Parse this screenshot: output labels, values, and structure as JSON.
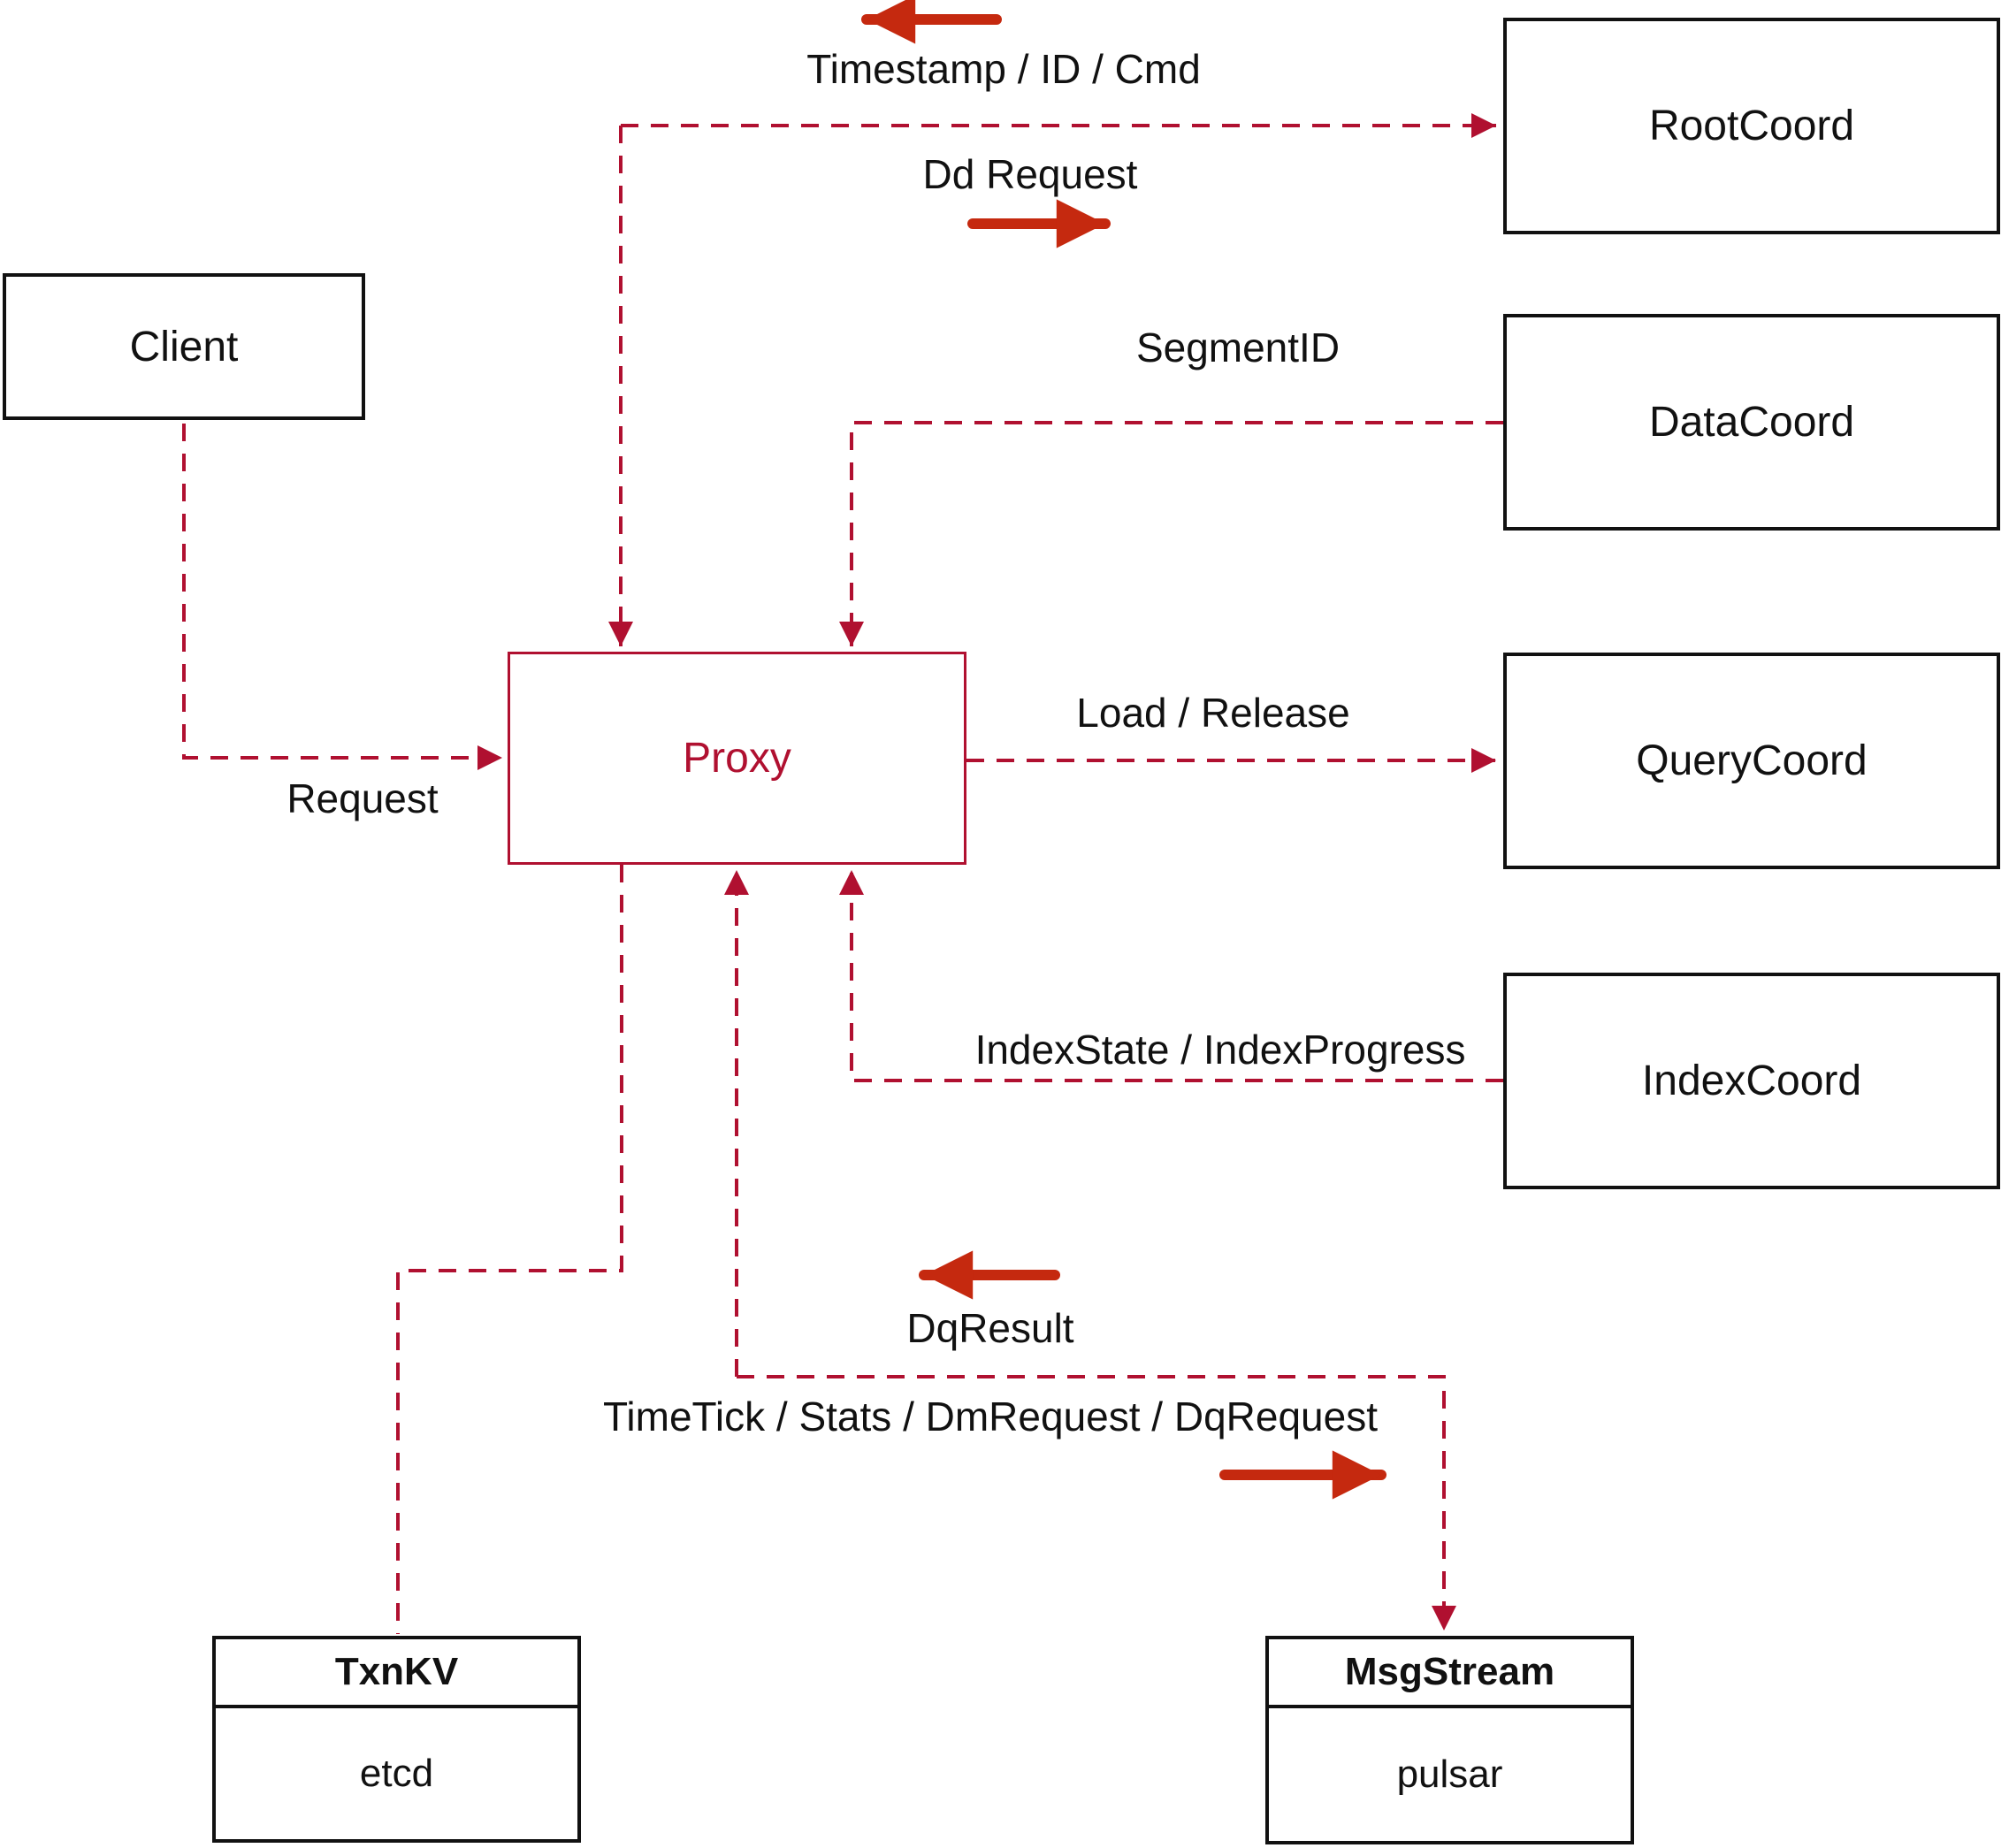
{
  "nodes": {
    "client": {
      "label": "Client"
    },
    "proxy": {
      "label": "Proxy"
    },
    "rootcoord": {
      "label": "RootCoord"
    },
    "datacoord": {
      "label": "DataCoord"
    },
    "querycoord": {
      "label": "QueryCoord"
    },
    "indexcoord": {
      "label": "IndexCoord"
    },
    "txnkv": {
      "title": "TxnKV",
      "impl": "etcd"
    },
    "msgstream": {
      "title": "MsgStream",
      "impl": "pulsar"
    }
  },
  "edge_labels": {
    "timestamp": "Timestamp / ID / Cmd",
    "dd_request": "Dd Request",
    "segment_id": "SegmentID",
    "request": "Request",
    "load_release": "Load / Release",
    "index_state": "IndexState / IndexProgress",
    "dq_result": "DqResult",
    "time_tick": "TimeTick / Stats / DmRequest / DqRequest"
  },
  "colors": {
    "connector_dashed": "#b01030",
    "bold_flow_arrow": "#c5290f",
    "box_border": "#111111",
    "text": "#111111",
    "background": "#ffffff"
  }
}
